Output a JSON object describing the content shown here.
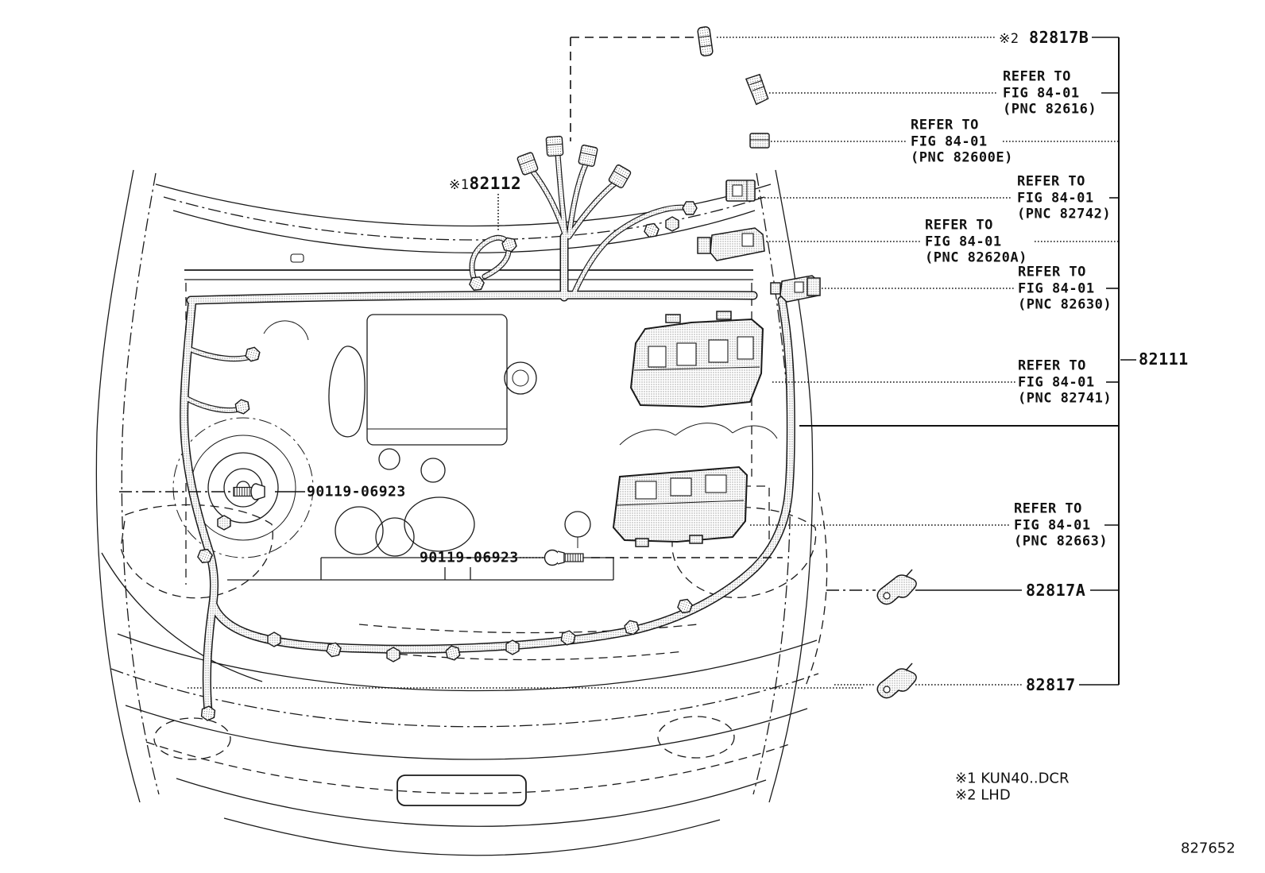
{
  "diagram": {
    "callouts": {
      "c82112": {
        "prefix": "※1",
        "number": "82112"
      },
      "c82817b": {
        "prefix": "※2",
        "number": "82817B"
      },
      "c82111": {
        "number": "82111"
      },
      "c82817a": {
        "number": "82817A"
      },
      "c82817": {
        "number": "82817"
      },
      "bolt_left": {
        "number": "90119-06923"
      },
      "bolt_center": {
        "number": "90119-06923"
      },
      "r82616": {
        "line1": "REFER TO",
        "line2": "FIG 84-01",
        "line3": "(PNC 82616)"
      },
      "r82600e": {
        "line1": "REFER TO",
        "line2": "FIG 84-01",
        "line3": "(PNC 82600E)"
      },
      "r82742": {
        "line1": "REFER TO",
        "line2": "FIG 84-01",
        "line3": "(PNC 82742)"
      },
      "r82620a": {
        "line1": "REFER TO",
        "line2": "FIG 84-01",
        "line3": "(PNC 82620A)"
      },
      "r82630": {
        "line1": "REFER TO",
        "line2": "FIG 84-01",
        "line3": "(PNC 82630)"
      },
      "r82741": {
        "line1": "REFER TO",
        "line2": "FIG 84-01",
        "line3": "(PNC 82741)"
      },
      "r82663": {
        "line1": "REFER TO",
        "line2": "FIG 84-01",
        "line3": "(PNC 82663)"
      }
    },
    "footnotes": {
      "f1": "※1 KUN40..DCR",
      "f2": "※2 LHD"
    },
    "figure_code": "827652",
    "ink_color": "#1a1a1a",
    "background_color": "#ffffff"
  }
}
